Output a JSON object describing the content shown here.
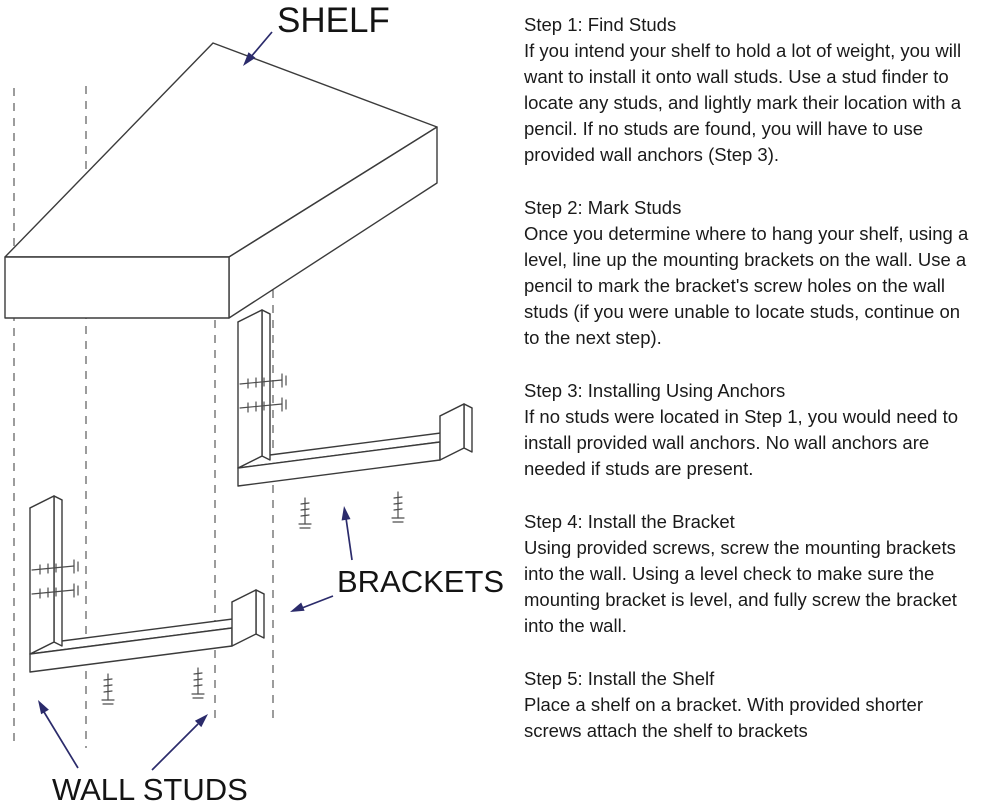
{
  "diagram": {
    "shelf_label": "SHELF",
    "brackets_label": "BRACKETS",
    "wall_studs_label": "WALL STUDS"
  },
  "steps": [
    {
      "title": "Step 1: Find Studs",
      "body": "If you intend your shelf to hold a lot of weight, you will want to install it onto wall studs. Use a stud finder to locate any studs, and lightly mark their location with a pencil. If no studs are found, you will have to use provided wall anchors (Step 3)."
    },
    {
      "title": "Step 2: Mark Studs",
      "body": "Once you determine where to hang your shelf, using a level, line up the mounting brackets on the wall. Use a pencil to mark the bracket's screw holes on the wall studs (if you were unable to locate studs, continue on to the next step)."
    },
    {
      "title": "Step 3: Installing Using Anchors",
      "body": "If no studs were located in Step 1, you would need to install provided wall anchors. No wall anchors are needed if studs are present."
    },
    {
      "title": "Step 4: Install the Bracket",
      "body": "Using provided screws, screw the mounting brackets into the wall. Using a level check to make sure the mounting bracket is level, and fully screw the bracket into the wall."
    },
    {
      "title": "Step 5: Install the Shelf",
      "body": "Place a shelf on a bracket. With provided shorter screws attach the shelf to brackets"
    }
  ],
  "colors": {
    "arrow": "#2b2b6b",
    "line": "#3b3b3b",
    "text": "#1a1a1a"
  }
}
